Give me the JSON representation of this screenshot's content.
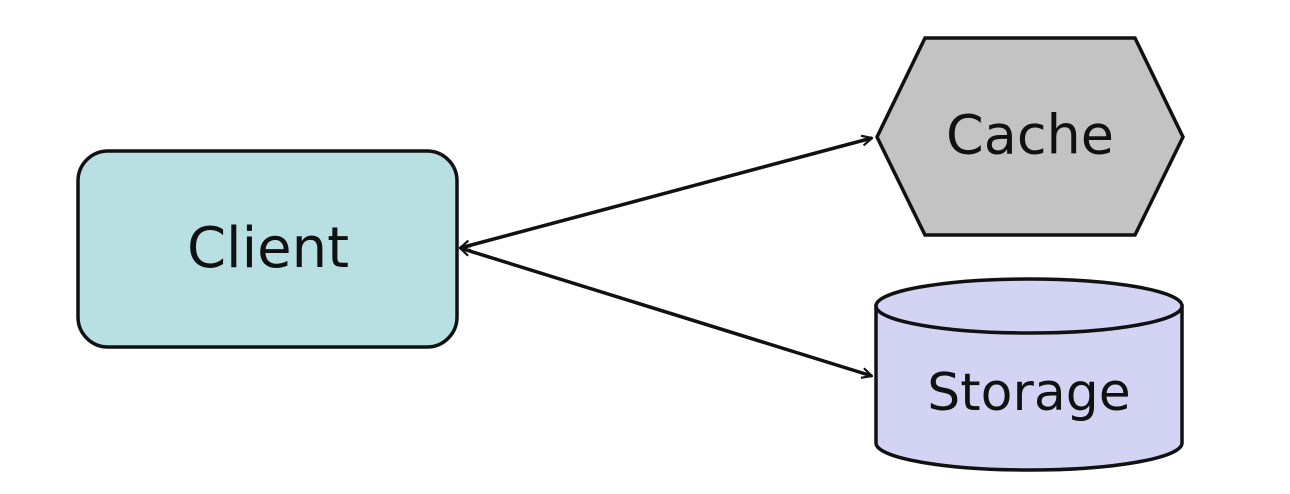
{
  "nodes": {
    "client": {
      "label": "Client",
      "fill": "#b8e0e2"
    },
    "cache": {
      "label": "Cache",
      "fill": "#c3c3c3"
    },
    "storage": {
      "label": "Storage",
      "fill": "#d3d3f3"
    }
  },
  "edges": [
    {
      "from": "client",
      "to": "cache",
      "direction": "both"
    },
    {
      "from": "client",
      "to": "storage",
      "direction": "both"
    }
  ],
  "colors": {
    "stroke": "#111111",
    "background": "#ffffff"
  }
}
